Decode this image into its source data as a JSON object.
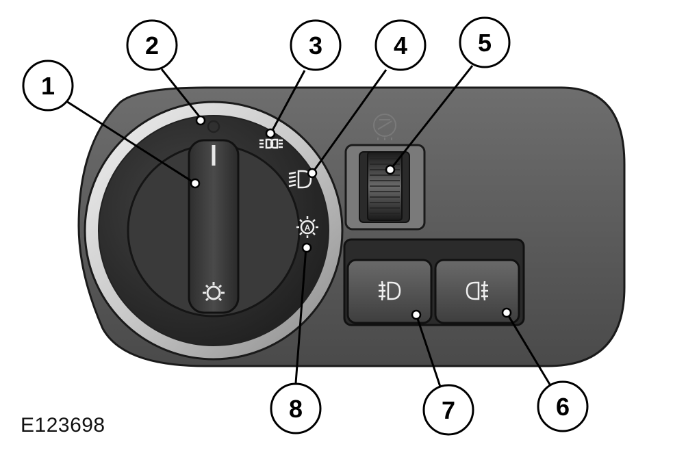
{
  "figure": {
    "reference_code": "E123698",
    "callouts": [
      {
        "id": "1",
        "target": "rotary-switch-knob"
      },
      {
        "id": "2",
        "target": "off-position-marker"
      },
      {
        "id": "3",
        "target": "side-lamps-position"
      },
      {
        "id": "4",
        "target": "headlamps-position"
      },
      {
        "id": "5",
        "target": "headlamp-levelling-thumbwheel"
      },
      {
        "id": "6",
        "target": "rear-fog-lamp-button"
      },
      {
        "id": "7",
        "target": "front-fog-lamp-button"
      },
      {
        "id": "8",
        "target": "auto-lamps-position"
      }
    ],
    "knob_marker": "|",
    "off_marker": "○",
    "colors": {
      "panel": "#5a5a5a",
      "bezel": "#d4d4d4",
      "knob": "#3c3c3c",
      "button": "#4f4f4f",
      "callout_line": "#000000"
    }
  }
}
